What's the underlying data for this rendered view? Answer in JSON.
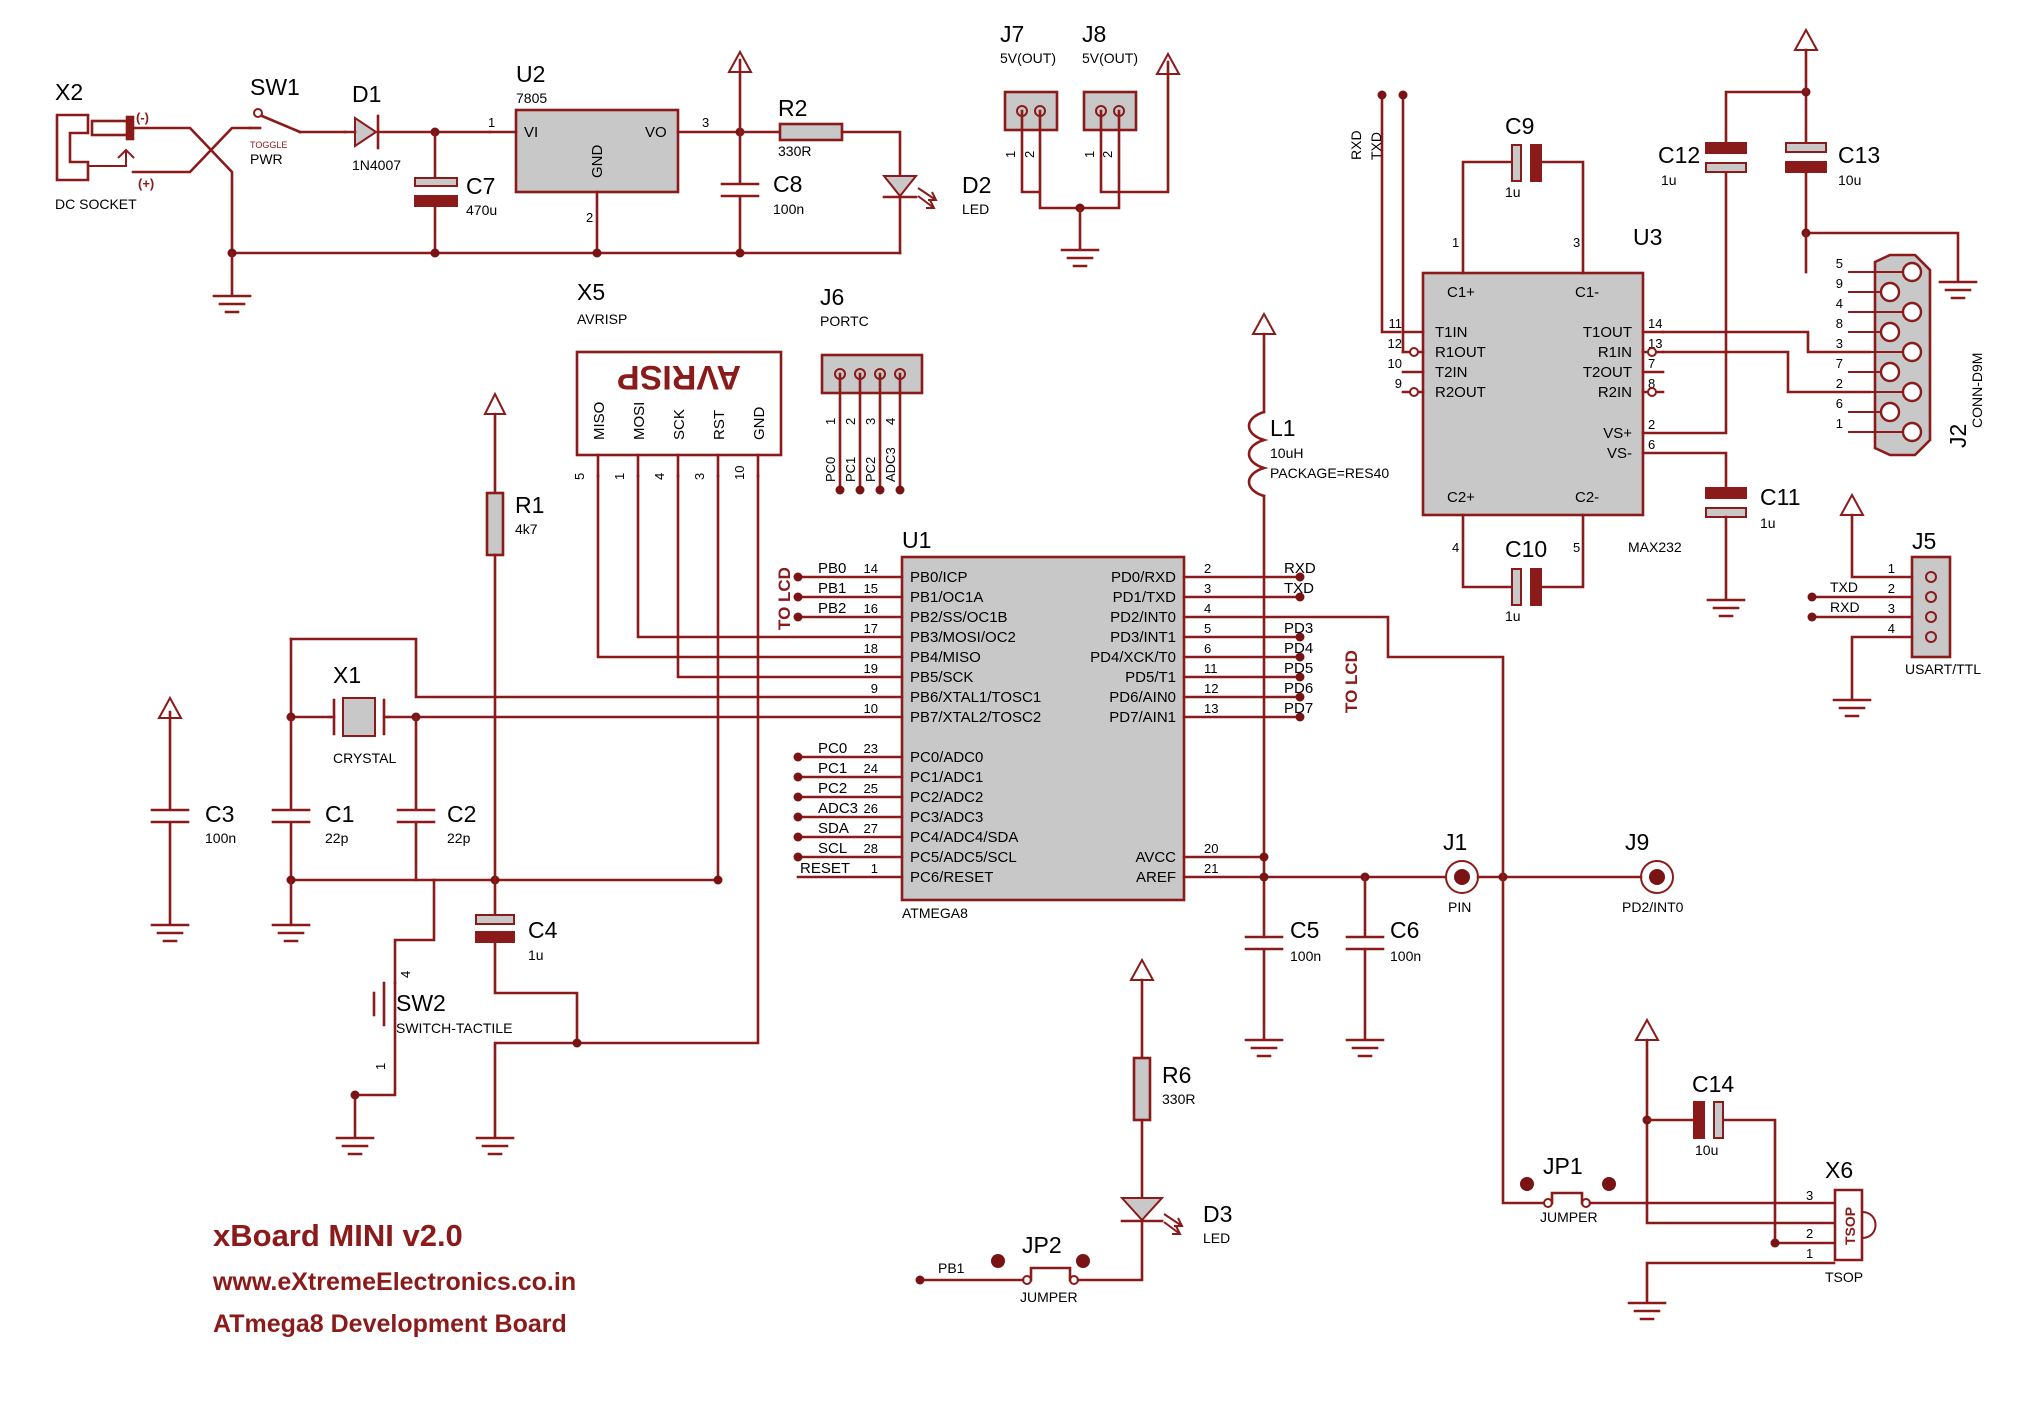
{
  "title": {
    "line1": "xBoard MINI v2.0",
    "line2": "www.eXtremeElectronics.co.in",
    "line3": "ATmega8 Development Board"
  },
  "power": {
    "x2": {
      "ref": "X2",
      "value": "DC SOCKET",
      "minus": "(-)",
      "plus": "(+)"
    },
    "sw1": {
      "ref": "SW1",
      "value1": "TOGGLE",
      "value2": "PWR"
    },
    "d1": {
      "ref": "D1",
      "value": "1N4007"
    },
    "u2": {
      "ref": "U2",
      "value": "7805",
      "pin_vi": "VI",
      "pin_vo": "VO",
      "pin_gnd": "GND",
      "n1": "1",
      "n2": "2",
      "n3": "3"
    },
    "c7": {
      "ref": "C7",
      "value": "470u"
    },
    "c8": {
      "ref": "C8",
      "value": "100n"
    },
    "r2": {
      "ref": "R2",
      "value": "330R"
    },
    "d2": {
      "ref": "D2",
      "value": "LED"
    }
  },
  "out_jumpers": {
    "j7": {
      "ref": "J7",
      "value": "5V(OUT)"
    },
    "j8": {
      "ref": "J8",
      "value": "5V(OUT)"
    },
    "n1": "1",
    "n2": "2"
  },
  "isp": {
    "ref": "X5",
    "value": "AVRISP",
    "label": "AVRISP",
    "pins": [
      "MISO",
      "MOSI",
      "SCK",
      "RST",
      "GND"
    ],
    "nums": [
      "5",
      "1",
      "4",
      "3",
      "10"
    ]
  },
  "portc_hdr": {
    "ref": "J6",
    "value": "PORTC",
    "nums": [
      "1",
      "2",
      "3",
      "4"
    ],
    "nets": [
      "PC0",
      "PC1",
      "PC2",
      "ADC3"
    ]
  },
  "mcu": {
    "ref": "U1",
    "value": "ATMEGA8",
    "left_pins": [
      {
        "name": "PB0/ICP",
        "num": "14",
        "net": "PB0"
      },
      {
        "name": "PB1/OC1A",
        "num": "15",
        "net": "PB1"
      },
      {
        "name": "PB2/SS/OC1B",
        "num": "16",
        "net": "PB2"
      },
      {
        "name": "PB3/MOSI/OC2",
        "num": "17",
        "net": ""
      },
      {
        "name": "PB4/MISO",
        "num": "18",
        "net": ""
      },
      {
        "name": "PB5/SCK",
        "num": "19",
        "net": ""
      },
      {
        "name": "PB6/XTAL1/TOSC1",
        "num": "9",
        "net": ""
      },
      {
        "name": "PB7/XTAL2/TOSC2",
        "num": "10",
        "net": ""
      },
      {
        "name": "PC0/ADC0",
        "num": "23",
        "net": "PC0"
      },
      {
        "name": "PC1/ADC1",
        "num": "24",
        "net": "PC1"
      },
      {
        "name": "PC2/ADC2",
        "num": "25",
        "net": "PC2"
      },
      {
        "name": "PC3/ADC3",
        "num": "26",
        "net": "ADC3"
      },
      {
        "name": "PC4/ADC4/SDA",
        "num": "27",
        "net": "SDA"
      },
      {
        "name": "PC5/ADC5/SCL",
        "num": "28",
        "net": "SCL"
      },
      {
        "name": "PC6/RESET",
        "num": "1",
        "net": "RESET"
      }
    ],
    "right_pins": [
      {
        "name": "PD0/RXD",
        "num": "2",
        "net": "RXD"
      },
      {
        "name": "PD1/TXD",
        "num": "3",
        "net": "TXD"
      },
      {
        "name": "PD2/INT0",
        "num": "4",
        "net": ""
      },
      {
        "name": "PD3/INT1",
        "num": "5",
        "net": "PD3"
      },
      {
        "name": "PD4/XCK/T0",
        "num": "6",
        "net": "PD4"
      },
      {
        "name": "PD5/T1",
        "num": "11",
        "net": "PD5"
      },
      {
        "name": "PD6/AIN0",
        "num": "12",
        "net": "PD6"
      },
      {
        "name": "PD7/AIN1",
        "num": "13",
        "net": "PD7"
      },
      {
        "name": "AVCC",
        "num": "20",
        "net": ""
      },
      {
        "name": "AREF",
        "num": "21",
        "net": ""
      }
    ],
    "to_lcd": "TO LCD"
  },
  "clock": {
    "x1": {
      "ref": "X1",
      "value": "CRYSTAL"
    },
    "c1": {
      "ref": "C1",
      "value": "22p"
    },
    "c2": {
      "ref": "C2",
      "value": "22p"
    },
    "c3": {
      "ref": "C3",
      "value": "100n"
    }
  },
  "reset": {
    "r1": {
      "ref": "R1",
      "value": "4k7"
    },
    "c4": {
      "ref": "C4",
      "value": "1u"
    },
    "sw2": {
      "ref": "SW2",
      "value": "SWITCH-TACTILE",
      "n4": "4",
      "n1": "1"
    }
  },
  "analog": {
    "l1": {
      "ref": "L1",
      "value": "10uH",
      "package": "PACKAGE=RES40"
    },
    "c5": {
      "ref": "C5",
      "value": "100n"
    },
    "c6": {
      "ref": "C6",
      "value": "100n"
    },
    "j1": {
      "ref": "J1",
      "value": "PIN"
    },
    "j9": {
      "ref": "J9",
      "value": "PD2/INT0"
    }
  },
  "led3": {
    "r6": {
      "ref": "R6",
      "value": "330R"
    },
    "d3": {
      "ref": "D3",
      "value": "LED"
    },
    "jp2": {
      "ref": "JP2",
      "value": "JUMPER"
    },
    "net": "PB1"
  },
  "rs232": {
    "u3": {
      "ref": "U3",
      "value": "MAX232",
      "left_pins": [
        {
          "name": "T1IN",
          "num": "11"
        },
        {
          "name": "R1OUT",
          "num": "12"
        },
        {
          "name": "T2IN",
          "num": "10"
        },
        {
          "name": "R2OUT",
          "num": "9"
        }
      ],
      "right_pins": [
        {
          "name": "T1OUT",
          "num": "14"
        },
        {
          "name": "R1IN",
          "num": "13"
        },
        {
          "name": "T2OUT",
          "num": "7"
        },
        {
          "name": "R2IN",
          "num": "8"
        },
        {
          "name": "VS+",
          "num": "2"
        },
        {
          "name": "VS-",
          "num": "6"
        }
      ],
      "c1p": "C1+",
      "c1m": "C1-",
      "c2p": "C2+",
      "c2m": "C2-",
      "n1": "1",
      "n3": "3",
      "n4": "4",
      "n5": "5"
    },
    "c9": {
      "ref": "C9",
      "value": "1u"
    },
    "c10": {
      "ref": "C10",
      "value": "1u"
    },
    "c11": {
      "ref": "C11",
      "value": "1u"
    },
    "c12": {
      "ref": "C12",
      "value": "1u"
    },
    "c13": {
      "ref": "C13",
      "value": "10u"
    },
    "rxd": "RXD",
    "txd": "TXD",
    "j2": {
      "ref": "J2",
      "value": "CONN-D9M",
      "nums": [
        "5",
        "9",
        "4",
        "8",
        "3",
        "7",
        "2",
        "6",
        "1"
      ]
    }
  },
  "usart": {
    "ref": "J5",
    "value": "USART/TTL",
    "nums": [
      "1",
      "2",
      "3",
      "4"
    ],
    "txd": "TXD",
    "rxd": "RXD"
  },
  "ir": {
    "x6": {
      "ref": "X6",
      "value": "TSOP",
      "label": "TSOP",
      "nums": [
        "3",
        "2",
        "1"
      ]
    },
    "c14": {
      "ref": "C14",
      "value": "10u"
    },
    "jp1": {
      "ref": "JP1",
      "value": "JUMPER"
    }
  }
}
